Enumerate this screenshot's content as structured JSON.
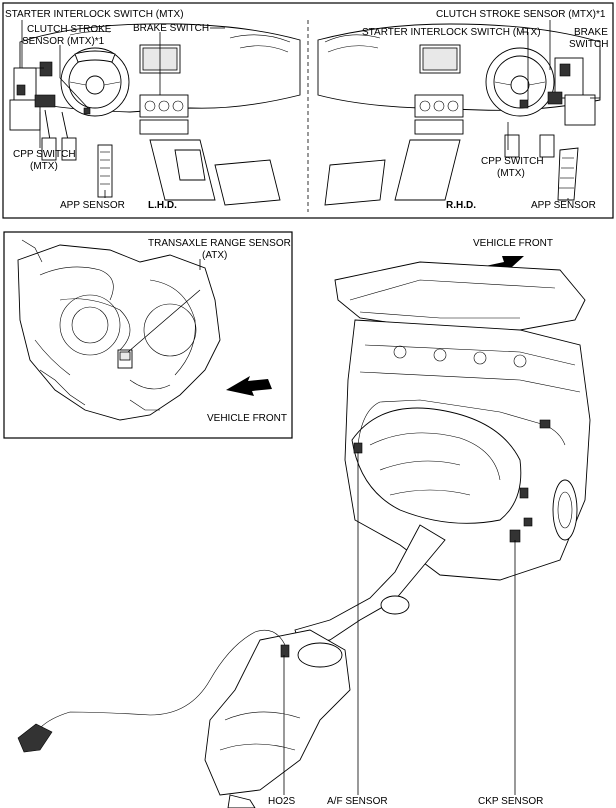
{
  "top_panel": {
    "lhd": {
      "starter_interlock": "STARTER INTERLOCK SWITCH (MTX)",
      "clutch_stroke_1": "CLUTCH STROKE",
      "clutch_stroke_2": "SENSOR (MTX)*1",
      "brake_switch": "BRAKE SWITCH",
      "cpp_switch_1": "CPP SWITCH",
      "cpp_switch_2": "(MTX)",
      "app_sensor": "APP SENSOR",
      "mode": "L.H.D."
    },
    "rhd": {
      "clutch_stroke": "CLUTCH STROKE SENSOR (MTX)*1",
      "starter_interlock": "STARTER INTERLOCK SWITCH (MTX)",
      "brake_switch_1": "BRAKE",
      "brake_switch_2": "SWITCH",
      "cpp_switch_1": "CPP SWITCH",
      "cpp_switch_2": "(MTX)",
      "mode": "R.H.D.",
      "app_sensor": "APP SENSOR"
    }
  },
  "transaxle_panel": {
    "range_sensor_1": "TRANSAXLE RANGE SENSOR",
    "range_sensor_2": "(ATX)",
    "vehicle_front": "VEHICLE FRONT"
  },
  "engine": {
    "vehicle_front": "VEHICLE FRONT",
    "ho2s": "HO2S",
    "af_sensor": "A/F SENSOR",
    "ckp_sensor": "CKP SENSOR"
  }
}
